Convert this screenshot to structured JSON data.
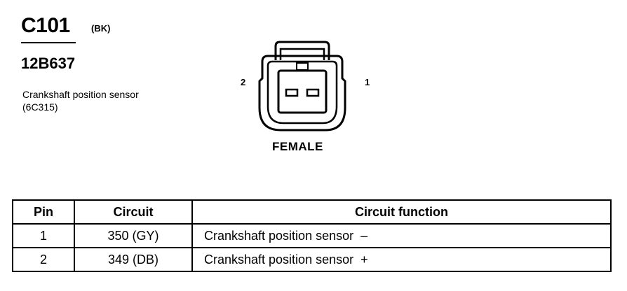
{
  "connector": {
    "id": "C101",
    "color_code": "(BK)",
    "part_number": "12B637",
    "description": "Crankshaft position sensor (6C315)",
    "pin_left_label": "2",
    "pin_right_label": "1",
    "gender": "FEMALE"
  },
  "table": {
    "headers": {
      "pin": "Pin",
      "circuit": "Circuit",
      "function": "Circuit function"
    },
    "rows": [
      {
        "pin": "1",
        "circuit": "350 (GY)",
        "function": "Crankshaft position sensor  –"
      },
      {
        "pin": "2",
        "circuit": "349 (DB)",
        "function": "Crankshaft position sensor  +"
      }
    ]
  }
}
